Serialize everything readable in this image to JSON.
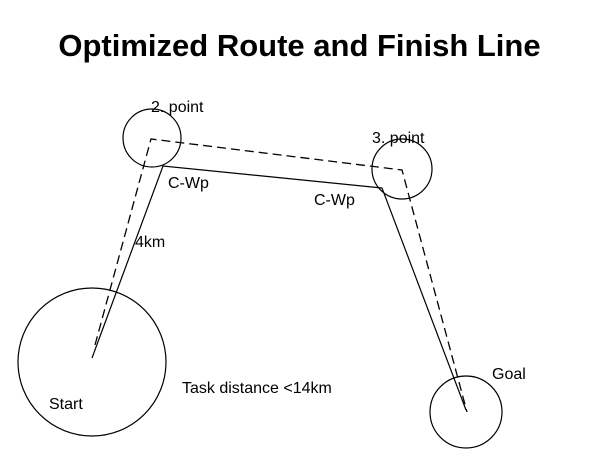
{
  "title": "Optimized Route and Finish Line",
  "labels": {
    "point2": "2. point",
    "point3": "3. point",
    "cwp_left": "C-Wp",
    "cwp_right": "C-Wp",
    "distance_leg": "4km",
    "task_distance": "Task distance <14km",
    "start": "Start",
    "goal": "Goal"
  },
  "colors": {
    "stroke": "#000000",
    "background": "#ffffff"
  }
}
